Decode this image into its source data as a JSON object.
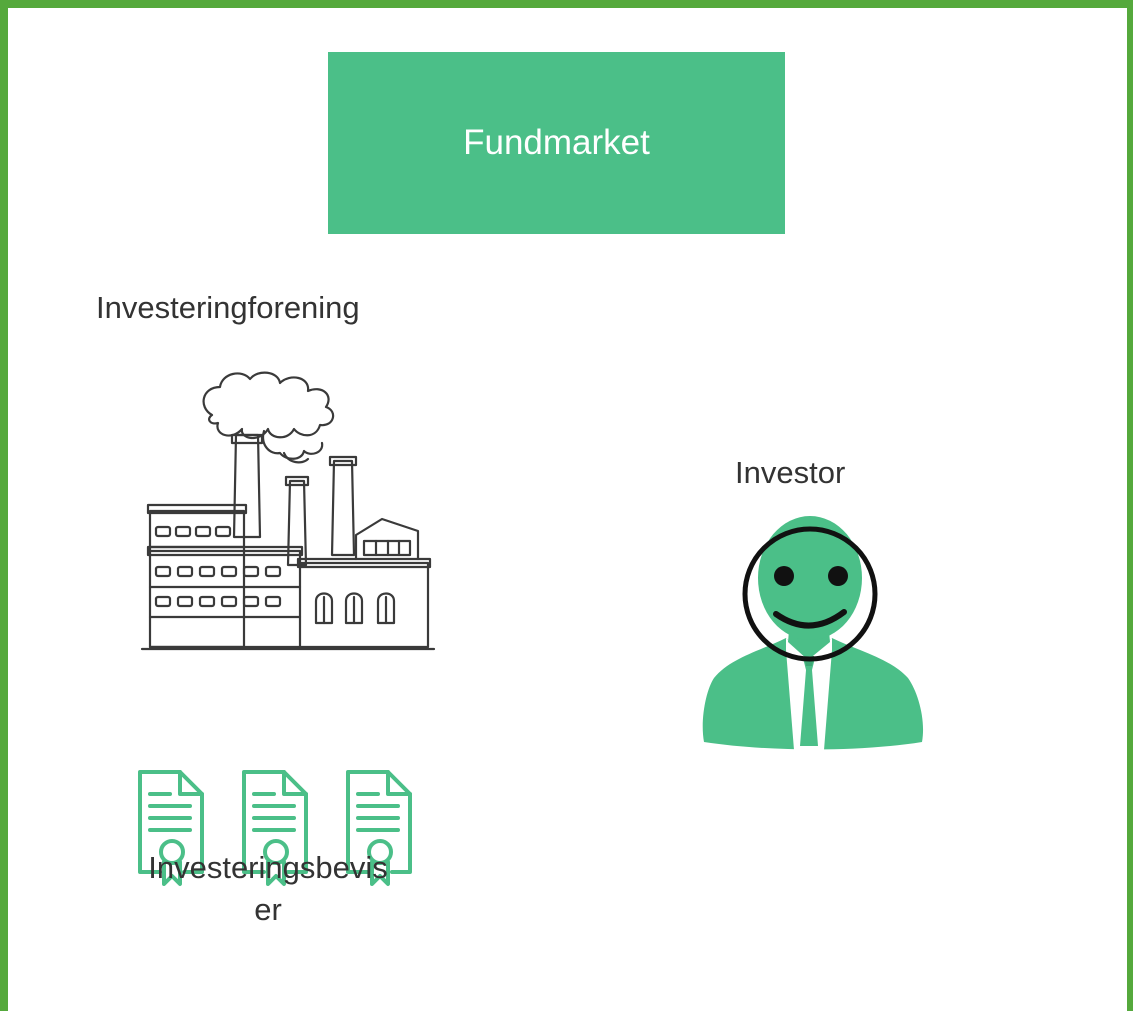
{
  "box": {
    "title": "Fundmarket",
    "fill_color": "#4bbf88"
  },
  "nodes": {
    "forening": {
      "label": "Investeringforening",
      "icon": "factory-icon"
    },
    "investor": {
      "label": "Investor",
      "icon": "businessman-smiley-icon"
    },
    "bevis": {
      "label_line1": "Investeringsbevis",
      "label_line2": "er",
      "icon": "certificate-document-icon",
      "count": 3
    }
  },
  "colors": {
    "frame": "#55a93c",
    "accent": "#4bbf88",
    "text": "#333333"
  }
}
